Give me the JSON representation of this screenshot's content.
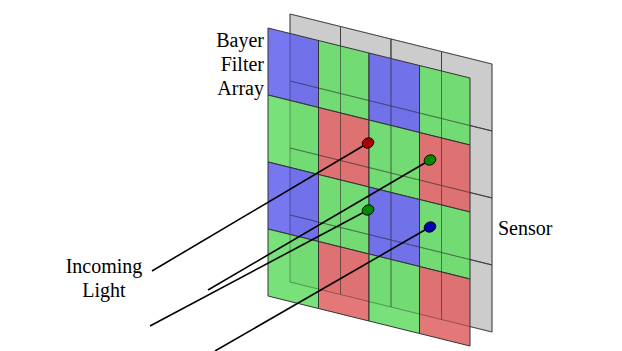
{
  "diagram": {
    "labels": [
      "Bayer Filter Array",
      "Incoming Light",
      "Sensor"
    ]
  }
}
